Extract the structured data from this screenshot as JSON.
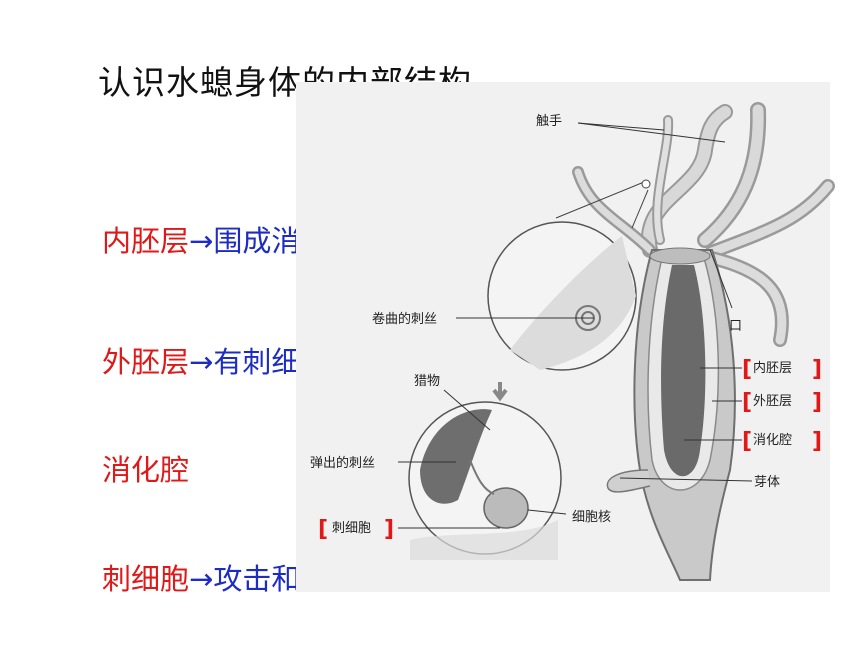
{
  "title": "认识水螅身体的内部结构",
  "points": [
    {
      "term": "内胚层",
      "arrow": "→",
      "desc": "围成消化腔"
    },
    {
      "term": "外胚层",
      "arrow": "→",
      "desc": "有刺细胞"
    },
    {
      "term": "消化腔",
      "arrow": "",
      "desc": ""
    },
    {
      "term": "刺细胞",
      "arrow": "→",
      "desc": "攻击和防御"
    }
  ],
  "labels": {
    "tentacle": "触手",
    "mouth": "口",
    "endoderm": "内胚层",
    "ectoderm": "外胚层",
    "cavity": "消化腔",
    "bud": "芽体",
    "coiled_thread": "卷曲的刺丝",
    "prey": "猎物",
    "ejected_thread": "弹出的刺丝",
    "cnidocyte": "刺细胞",
    "nucleus": "细胞核"
  },
  "colors": {
    "term": "#e01818",
    "desc": "#1d2cc4",
    "bracket": "#e01818"
  }
}
